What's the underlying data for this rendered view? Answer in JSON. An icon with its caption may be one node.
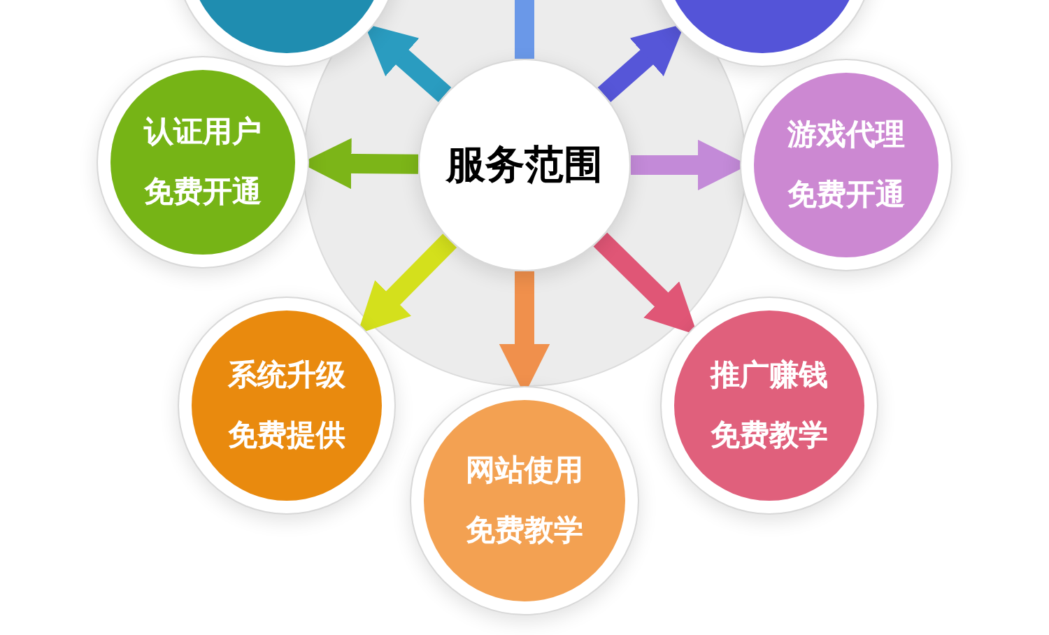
{
  "diagram": {
    "nodes": [
      {
        "text": [
          "服务范围"
        ]
      },
      {
        "text": [],
        "shape": "circle"
      },
      {
        "text": [],
        "shape": "circle"
      },
      {
        "text": [
          "认证用户",
          "免费开通"
        ]
      },
      {
        "text": [
          "游戏代理",
          "免费开通"
        ]
      },
      {
        "text": [
          "系统升级",
          "免费提供"
        ]
      },
      {
        "text": [
          "推广赚钱",
          "免费教学"
        ]
      },
      {
        "text": [
          "网站使用",
          "免费教学"
        ]
      }
    ],
    "edges": [
      {
        "from": 0,
        "to": 1,
        "arrow": "to",
        "color": "#2a9cc0"
      },
      {
        "from": 0,
        "to": null,
        "arrow": "to",
        "color": "#6a98e8"
      },
      {
        "from": 0,
        "to": 2,
        "arrow": "to",
        "color": "#5656d8"
      },
      {
        "from": 0,
        "to": 3,
        "arrow": "to",
        "color": "#7cb518"
      },
      {
        "from": 0,
        "to": 4,
        "arrow": "to",
        "color": "#c38ad8"
      },
      {
        "from": 0,
        "to": 5,
        "arrow": "to",
        "color": "#d4e01c"
      },
      {
        "from": 0,
        "to": 6,
        "arrow": "to",
        "color": "#e05676"
      },
      {
        "from": 0,
        "to": 7,
        "arrow": "to",
        "color": "#f0904c"
      }
    ]
  }
}
